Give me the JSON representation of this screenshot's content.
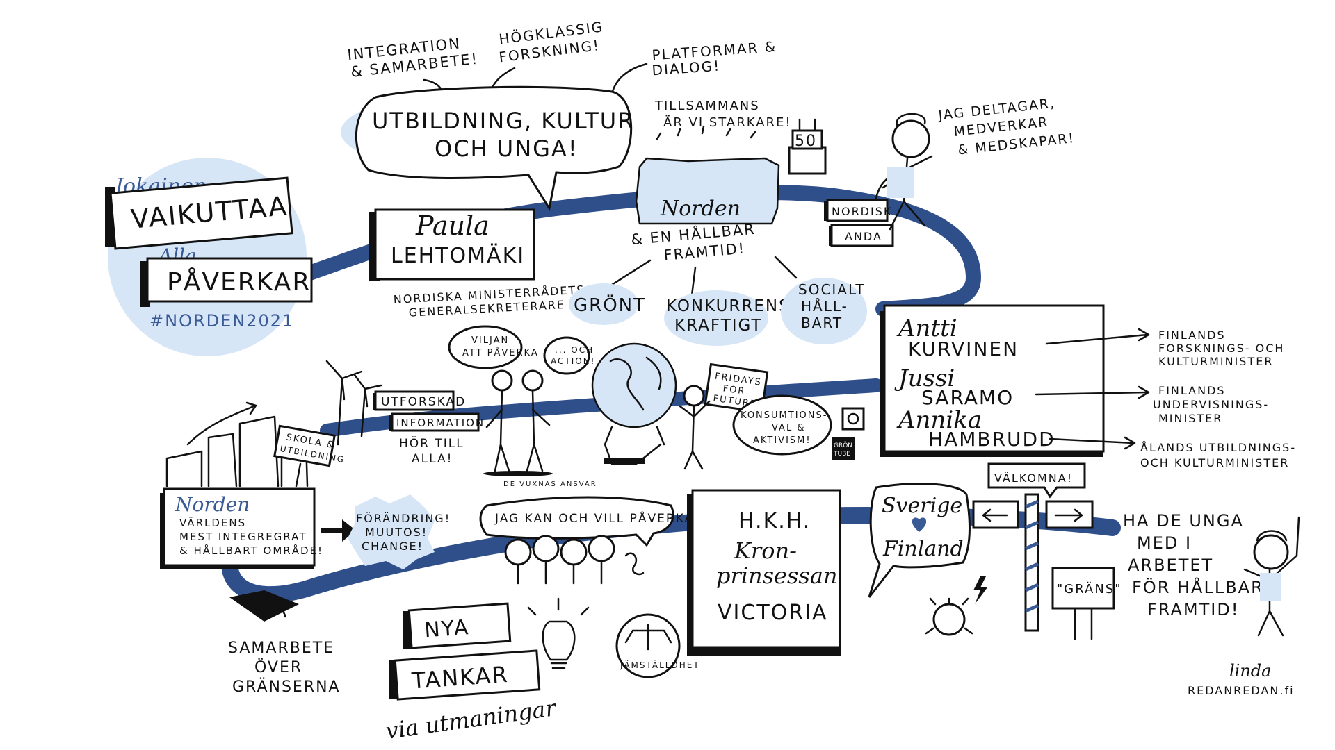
{
  "circle": {
    "jokainen": "Jokainen",
    "vaikuttaa": "VAIKUTTAA",
    "alla": "Alla",
    "paverkar": "PÅVERKAR",
    "hashtag": "#NORDEN2021"
  },
  "bubbles_top": {
    "integration_l1": "INTEGRATION",
    "integration_l2": "& SAMARBETE!",
    "forskning_l1": "HÖGKLASSIG",
    "forskning_l2": "FORSKNING!",
    "platform_l1": "PLATFORMAR &",
    "platform_l2": "DIALOG!"
  },
  "main_bubble": {
    "line1": "UTBILDNING, KULTUR",
    "line2": "OCH UNGA!"
  },
  "paula": {
    "first": "Paula",
    "last": "LEHTOMÄKI",
    "role_l1": "NORDISKA MINISTERRÅDETS",
    "role_l2": "GENERALSEKRETERARE"
  },
  "norden_top": {
    "tillsammans_l1": "TILLSAMMANS",
    "tillsammans_l2": "ÄR VI STARKARE!",
    "cake": "50",
    "norden": "Norden",
    "framtid_l1": "& EN HÅLLBAR",
    "framtid_l2": "FRAMTID!",
    "gront": "GRÖNT",
    "konk_l1": "KONKURRENS-",
    "konk_l2": "KRAFTIGT",
    "soc_l1": "SOCIALT",
    "soc_l2": "HÅLL-",
    "soc_l3": "BART"
  },
  "nordisk": {
    "l1": "NORDISK",
    "l2": "ANDA"
  },
  "deltagar": {
    "l1": "JAG DELTAGAR,",
    "l2": "MEDVERKAR",
    "l3": "& MEDSKAPAR!"
  },
  "ministers": {
    "m1_first": "Antti",
    "m1_last": "KURVINEN",
    "m2_first": "Jussi",
    "m2_last": "SARAMO",
    "m3_first": "Annika",
    "m3_last": "HAMBRUDD",
    "r1_l1": "FINLANDS",
    "r1_l2": "FORSKNINGS- OCH",
    "r1_l3": "KULTURMINISTER",
    "r2_l1": "FINLANDS",
    "r2_l2": "UNDERVISNINGS-",
    "r2_l3": "MINISTER",
    "r3_l1": "ÅLANDS UTBILDNINGS-",
    "r3_l2": "OCH KULTURMINISTER"
  },
  "middle": {
    "utforskad": "UTFORSKAD",
    "information": "INFORMATION",
    "hor_l1": "HÖR TILL",
    "hor_l2": "ALLA!",
    "viljan_l1": "VILJAN",
    "viljan_l2": "ATT PÅVERKA",
    "och_l1": "... OCH",
    "och_l2": "ACTION!",
    "vuxnas": "DE VUXNAS ANSVAR",
    "fridays_l1": "FRIDAYS",
    "fridays_l2": "FOR",
    "fridays_l3": "FUTURE",
    "konsum_l1": "KONSUMTIONS-",
    "konsum_l2": "VAL &",
    "konsum_l3": "AKTIVISM!",
    "gron_l1": "GRÖN",
    "gron_l2": "TUBE"
  },
  "skola": {
    "l1": "SKOLA &",
    "l2": "UTBILDNING"
  },
  "norden_left": {
    "title": "Norden",
    "l1": "VÄRLDENS",
    "l2": "MEST INTEGREGRAT",
    "l3": "& HÅLLBART OMRÅDE!"
  },
  "change": {
    "l1": "FÖRÄNDRING!",
    "l2": "MUUTOS!",
    "l3": "CHANGE!"
  },
  "samarbete": {
    "l1": "SAMARBETE",
    "l2": "ÖVER",
    "l3": "GRÄNSERNA"
  },
  "jag_kan": "JAG KAN OCH VILL PÅVERKA!",
  "nya": "NYA",
  "tankar": "TANKAR",
  "via": "via utmaningar",
  "jamst": "JÄMSTÄLLDHET",
  "victoria": {
    "l1": "H.K.H.",
    "l2": "Kron-",
    "l3": "prinsessan",
    "l4": "VICTORIA"
  },
  "sverige": {
    "l1": "Sverige",
    "l2": "Finland"
  },
  "valkomna": "VÄLKOMNA!",
  "grans": "\"GRÄNS\"",
  "unga": {
    "l1": "HA DE UNGA",
    "l2": "MED I",
    "l3": "ARBETET",
    "l4": "FÖR HÅLLBAR",
    "l5": "FRAMTID!"
  },
  "signature": {
    "name": "linda",
    "brand": "REDANREDAN.fi"
  },
  "colors": {
    "road": "#2f4f8a",
    "pale": "#d6e6f7",
    "accent": "#3a5a96"
  }
}
